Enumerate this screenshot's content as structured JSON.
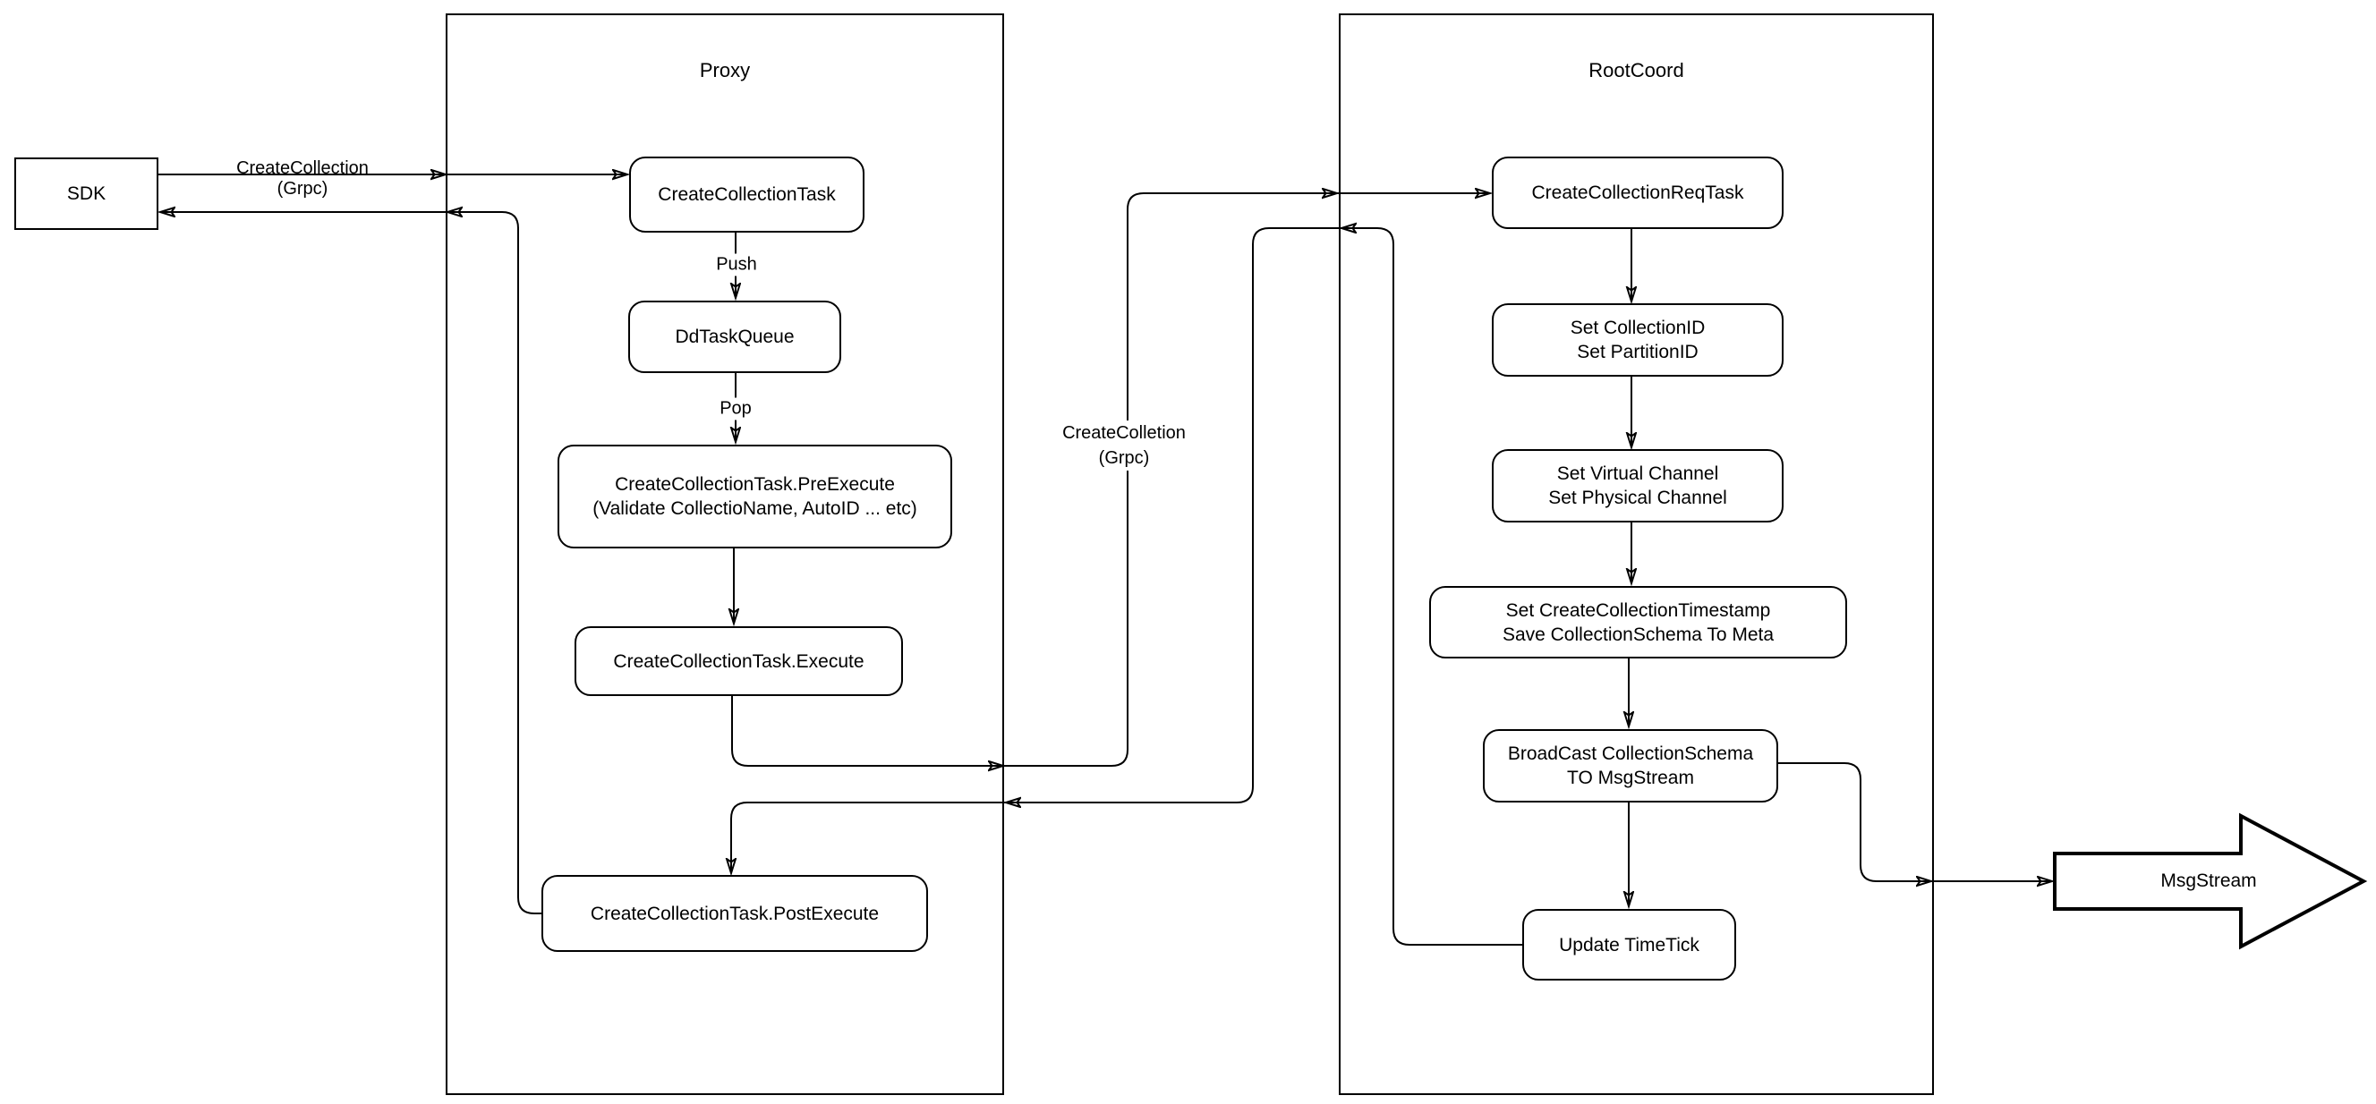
{
  "canvas": {
    "background": "#ffffff",
    "stroke": "#000000"
  },
  "containers": {
    "proxy": {
      "title": "Proxy"
    },
    "rootcoord": {
      "title": "RootCoord"
    }
  },
  "nodes": {
    "sdk": {
      "label": "SDK"
    },
    "create_collection_task": {
      "label": "CreateCollectionTask"
    },
    "dd_task_queue": {
      "label": "DdTaskQueue"
    },
    "pre_execute": {
      "line1": "CreateCollectionTask.PreExecute",
      "line2": "(Validate CollectioName, AutoID ... etc)"
    },
    "execute": {
      "label": "CreateCollectionTask.Execute"
    },
    "post_execute": {
      "label": "CreateCollectionTask.PostExecute"
    },
    "create_collection_req_task": {
      "label": "CreateCollectionReqTask"
    },
    "set_ids": {
      "line1": "Set CollectionID",
      "line2": "Set PartitionID"
    },
    "set_channels": {
      "line1": "Set Virtual Channel",
      "line2": "Set Physical Channel"
    },
    "set_timestamp": {
      "line1": "Set CreateCollectionTimestamp",
      "line2": "Save CollectionSchema To Meta"
    },
    "broadcast": {
      "line1": "BroadCast CollectionSchema",
      "line2": "TO MsgStream"
    },
    "update_timetick": {
      "label": "Update TimeTick"
    },
    "msgstream": {
      "label": "MsgStream"
    }
  },
  "edge_labels": {
    "sdk_grpc": {
      "line1": "CreateCollection",
      "line2": "(Grpc)"
    },
    "push": "Push",
    "pop": "Pop",
    "proxy_grpc": {
      "line1": "CreateColletion",
      "line2": "(Grpc)"
    }
  }
}
